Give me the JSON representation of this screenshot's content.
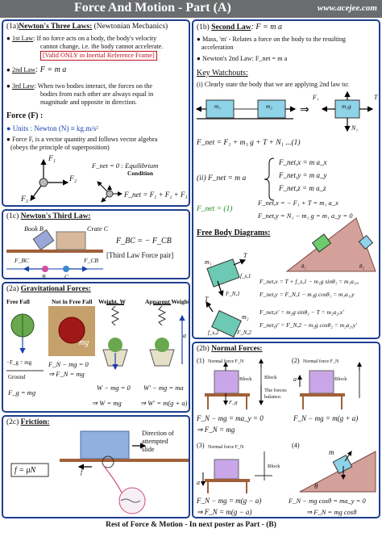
{
  "header": {
    "title": "Force And Motion - Part (A)",
    "site": "www.acejee.com"
  },
  "footer": "Rest of Force & Motion - In next poster as Part - (B)",
  "s1a": {
    "num": "(1a)",
    "title": "Newton's Three Laws:",
    "sub": " (Newtonian Mechanics)",
    "law1_label": "1st Law",
    "law1_line1": ": If no force acts on a body, the body's velocity",
    "law1_line2": "cannot change, i.e. the body cannot accelerate.",
    "law1_note": "[Valid ONLY in Inertial Reference Frame]",
    "law2_label": "2nd Law",
    "law2_eq": ": F = m a",
    "law3_label": "3rd Law",
    "law3_line1": ": When two bodies interact, the forces on the",
    "law3_line2": "bodies from each other are always equal in",
    "law3_line3": "magnitude and opposite in direction.",
    "force_title": "Force (F) :",
    "units": "Units : Newton (N) ≡ kg.m/s²",
    "vector_line1": "Force F, is a vector quantity and follows vector algebra",
    "vector_line2": "(obeys the principle of superposition)",
    "f1": "F₁",
    "f2": "F₂",
    "f3": "F₃",
    "m": "m",
    "fnet0": "F_net = 0 : Equilibrium",
    "cond": "Condition",
    "fnet_sum": "F_net = F₁ + F₂ + F₃"
  },
  "s1b": {
    "num": "(1b)",
    "title": "Second Law",
    "eq": ": F = m a",
    "mass_line1": "Mass, 'm' - Relates a force on the body to the resulting",
    "mass_line2": "acceleration",
    "law2_line": "Newton's 2nd Law: F_net = m a",
    "kw_title": "Key Watchouts:",
    "kw1": "(i) Clearly state the body that we are applying 2nd law to:",
    "fnet_full": "F_net = F₁ + m₁ g + T + N₁ ...(1)",
    "ii": "(ii) F_net = m a",
    "comp_x": "F_net,x = m a_x",
    "comp_y": "F_net,y = m a_y",
    "comp_z": "F_net,z = m a_z",
    "from1": "F_net = (1)",
    "from1x": "F_net,x = − F₁ + T = m₁ a_x",
    "from1y": "F_net,y = N₁ − m₁ g = m₁ a_y = 0",
    "m1": "m₁",
    "m2": "m₂",
    "T": "T",
    "N1": "N₁",
    "F1": "F₁",
    "m1g": "m₁g"
  },
  "fbd": {
    "title": "Free Body Diagrams:",
    "e1": "F_net,x = T + f_s,1 − m₁g sinθ₁ = m₁a₁,ₓ",
    "e2": "F_net,y = F_N,1 − m₁g cosθ₁ = m₁a₁,y",
    "e3": "F_net,x' = m₂g sinθ₂ − T = m₂a₂,x'",
    "e4": "F_net,y' = F_N,2 − m₂g cosθ₂ = m₂a₂,y'",
    "m1": "m₁",
    "m2": "m₂",
    "T": "T",
    "fs1": "f_s,1",
    "fn1": "F_N,1",
    "fs2": "f_s,2",
    "fn2": "F_N,2",
    "t1": "θ₁",
    "t2": "θ₂"
  },
  "s1c": {
    "num": "(1c)",
    "title": "Newton's Third Law:",
    "book": "Book B",
    "crate": "Crate C",
    "eq": "F_BC = − F_CB",
    "note": "[Third Law Force pair]",
    "fbc": "F_BC",
    "fcb": "F_CB",
    "b": "B",
    "c": "C"
  },
  "s2a": {
    "num": "(2a)",
    "title": "Gravitational Forces:",
    "ff": "Free Fall",
    "nff": "Not in Free Fall",
    "w": "Weight, W",
    "aw": "Apparent Weight",
    "fg": "F_g",
    "mg": "mg",
    "ground": "Ground",
    "fnmg": "−F_g = mg",
    "e1a": "F_N − mg = 0",
    "e1b": "⇒ F_N = mg",
    "e2a": "W − mg = 0",
    "e3a": "W' − mg = ma",
    "e4": "F_g = mg",
    "e5": "⇒ W = mg",
    "e6": "⇒ W' = m(g + a)",
    "fn": "F_N",
    "a": "a"
  },
  "s2b": {
    "num": "(2b)",
    "title": "Normal Forces:",
    "nf": "Normal force F_N",
    "block": "Block",
    "fg": "F_g",
    "bal1": "The forces",
    "bal2": "balance.",
    "eq1": "F_N − mg = ma_y = 0",
    "eq2": "F_N − mg = m(g + a)",
    "eq3": "F_N − mg = m(g − a)",
    "eq4": "F_N − mg cosθ = ma_y = 0",
    "eq1b": "⇒ F_N = mg",
    "eq3b": "⇒ F_N = m(g − a)",
    "eq4b": "⇒ F_N = mg cosθ",
    "n1": "(1)",
    "n2": "(2)",
    "n3": "(3)",
    "n4": "(4)",
    "a": "a",
    "m": "m",
    "theta": "θ",
    "x": "x",
    "y": "y"
  },
  "s2c": {
    "num": "(2c)",
    "title": "Friction:",
    "formula": "f = μN",
    "dir1": "Direction of",
    "dir2": "attempted",
    "dir3": "slide",
    "f": "f"
  },
  "colors": {
    "frame": "#1f3f8f",
    "header": "#6a6c6e",
    "block": "#8fd3e8",
    "incline": "#d4a09a"
  }
}
